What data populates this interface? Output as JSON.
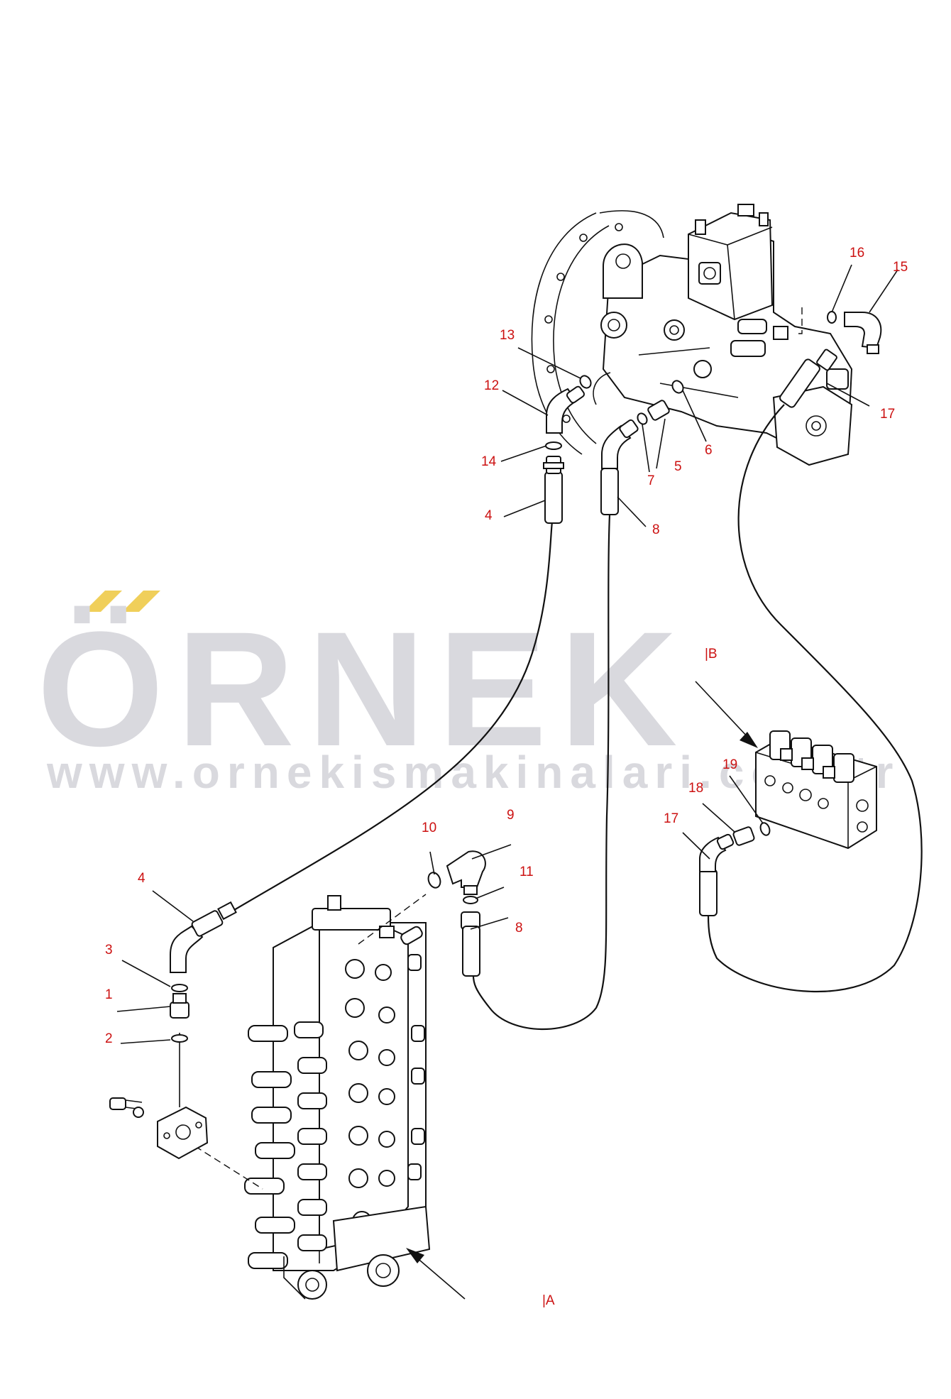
{
  "watermark": {
    "brand": "ÖRNEK",
    "url": "www.ornekismakinalari.com.tr",
    "accent_color": "#f0cf5a",
    "text_color": "#d9d9de"
  },
  "callouts": {
    "c1": "1",
    "c2": "2",
    "c3": "3",
    "c4a": "4",
    "c4b": "4",
    "c5": "5",
    "c6": "6",
    "c7": "7",
    "c8a": "8",
    "c8b": "8",
    "c9": "9",
    "c10": "10",
    "c11": "11",
    "c12": "12",
    "c13": "13",
    "c14": "14",
    "c15": "15",
    "c16": "16",
    "c17a": "17",
    "c17b": "17",
    "c18": "18",
    "c19": "19"
  },
  "views": {
    "a": "|A",
    "b": "|B"
  },
  "colors": {
    "callout": "#cc1111",
    "line": "#111111"
  }
}
